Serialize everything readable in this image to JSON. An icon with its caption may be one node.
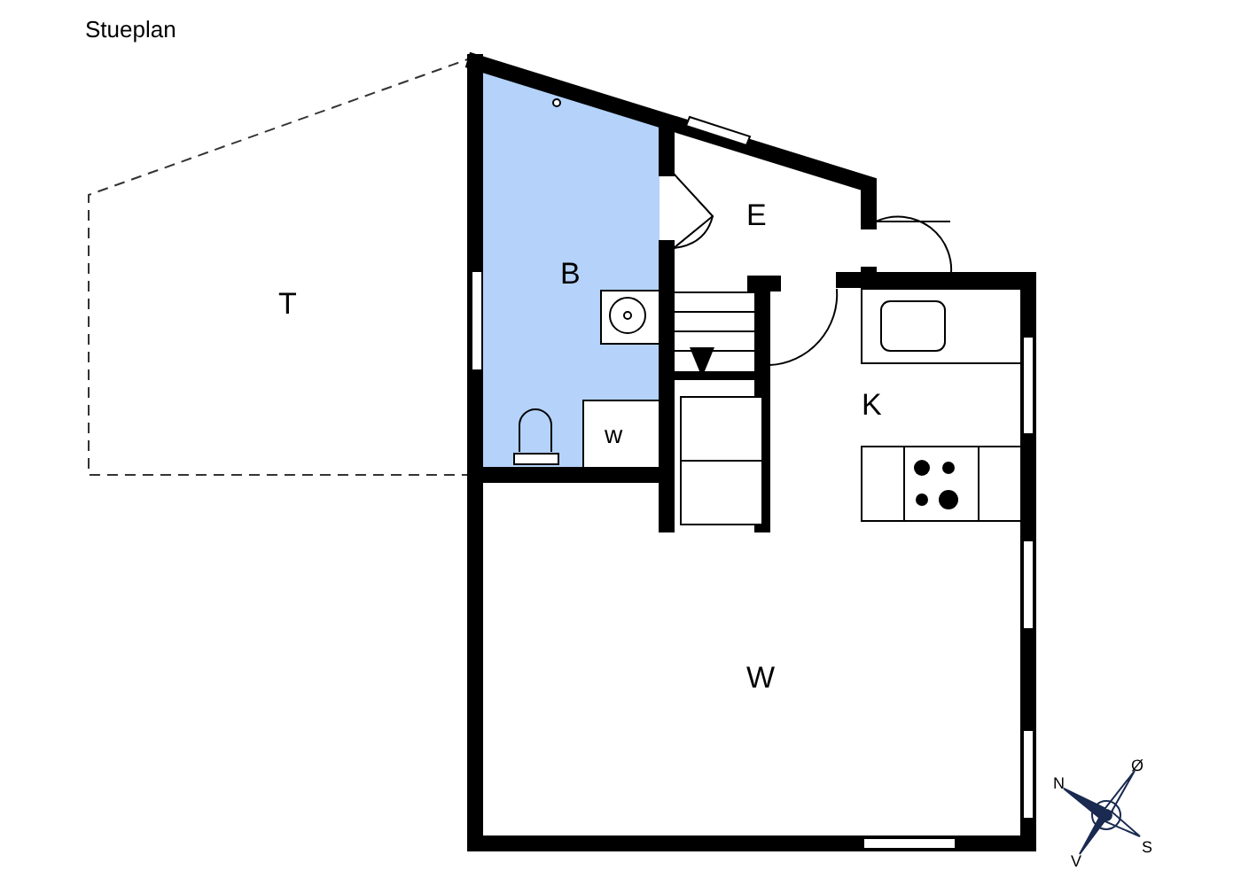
{
  "diagram": {
    "title": "Stueplan",
    "labels": [
      "E",
      "B",
      "T",
      "K",
      "w",
      "W",
      "N",
      "Ø",
      "S",
      "V"
    ]
  }
}
